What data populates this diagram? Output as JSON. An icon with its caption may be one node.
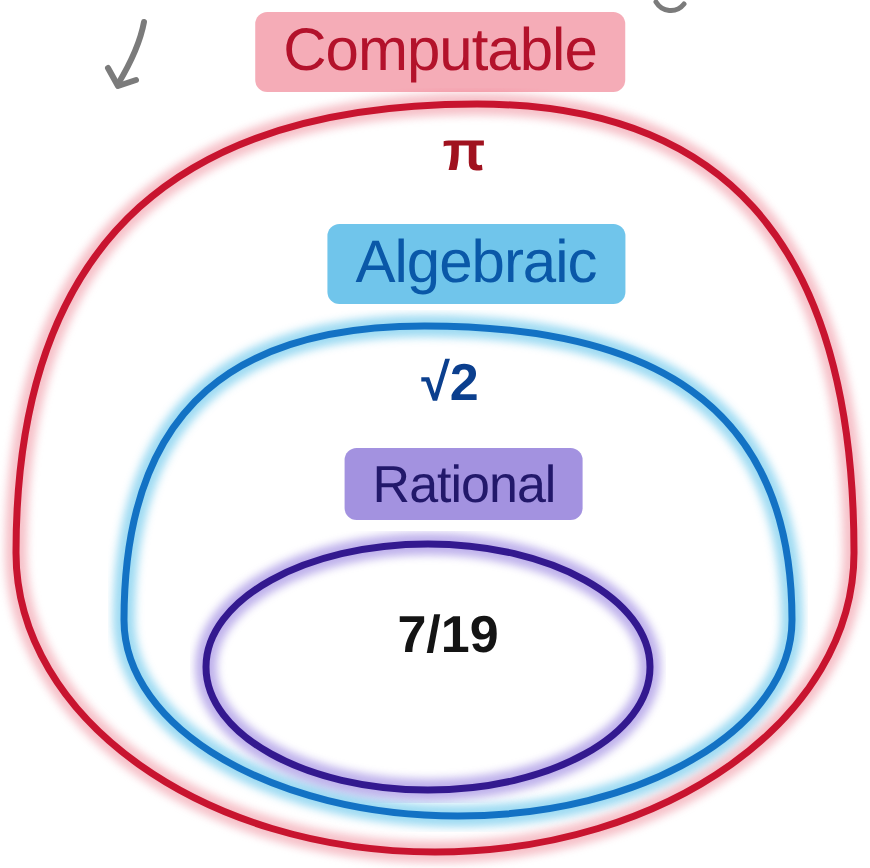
{
  "diagram": {
    "nodes": [
      {
        "text": [
          "Computable",
          "π"
        ]
      },
      {
        "text": [
          "Algebraic",
          "√2"
        ],
        "in": 0
      },
      {
        "text": [
          "Rational",
          "7/19"
        ],
        "in": 1
      }
    ]
  }
}
